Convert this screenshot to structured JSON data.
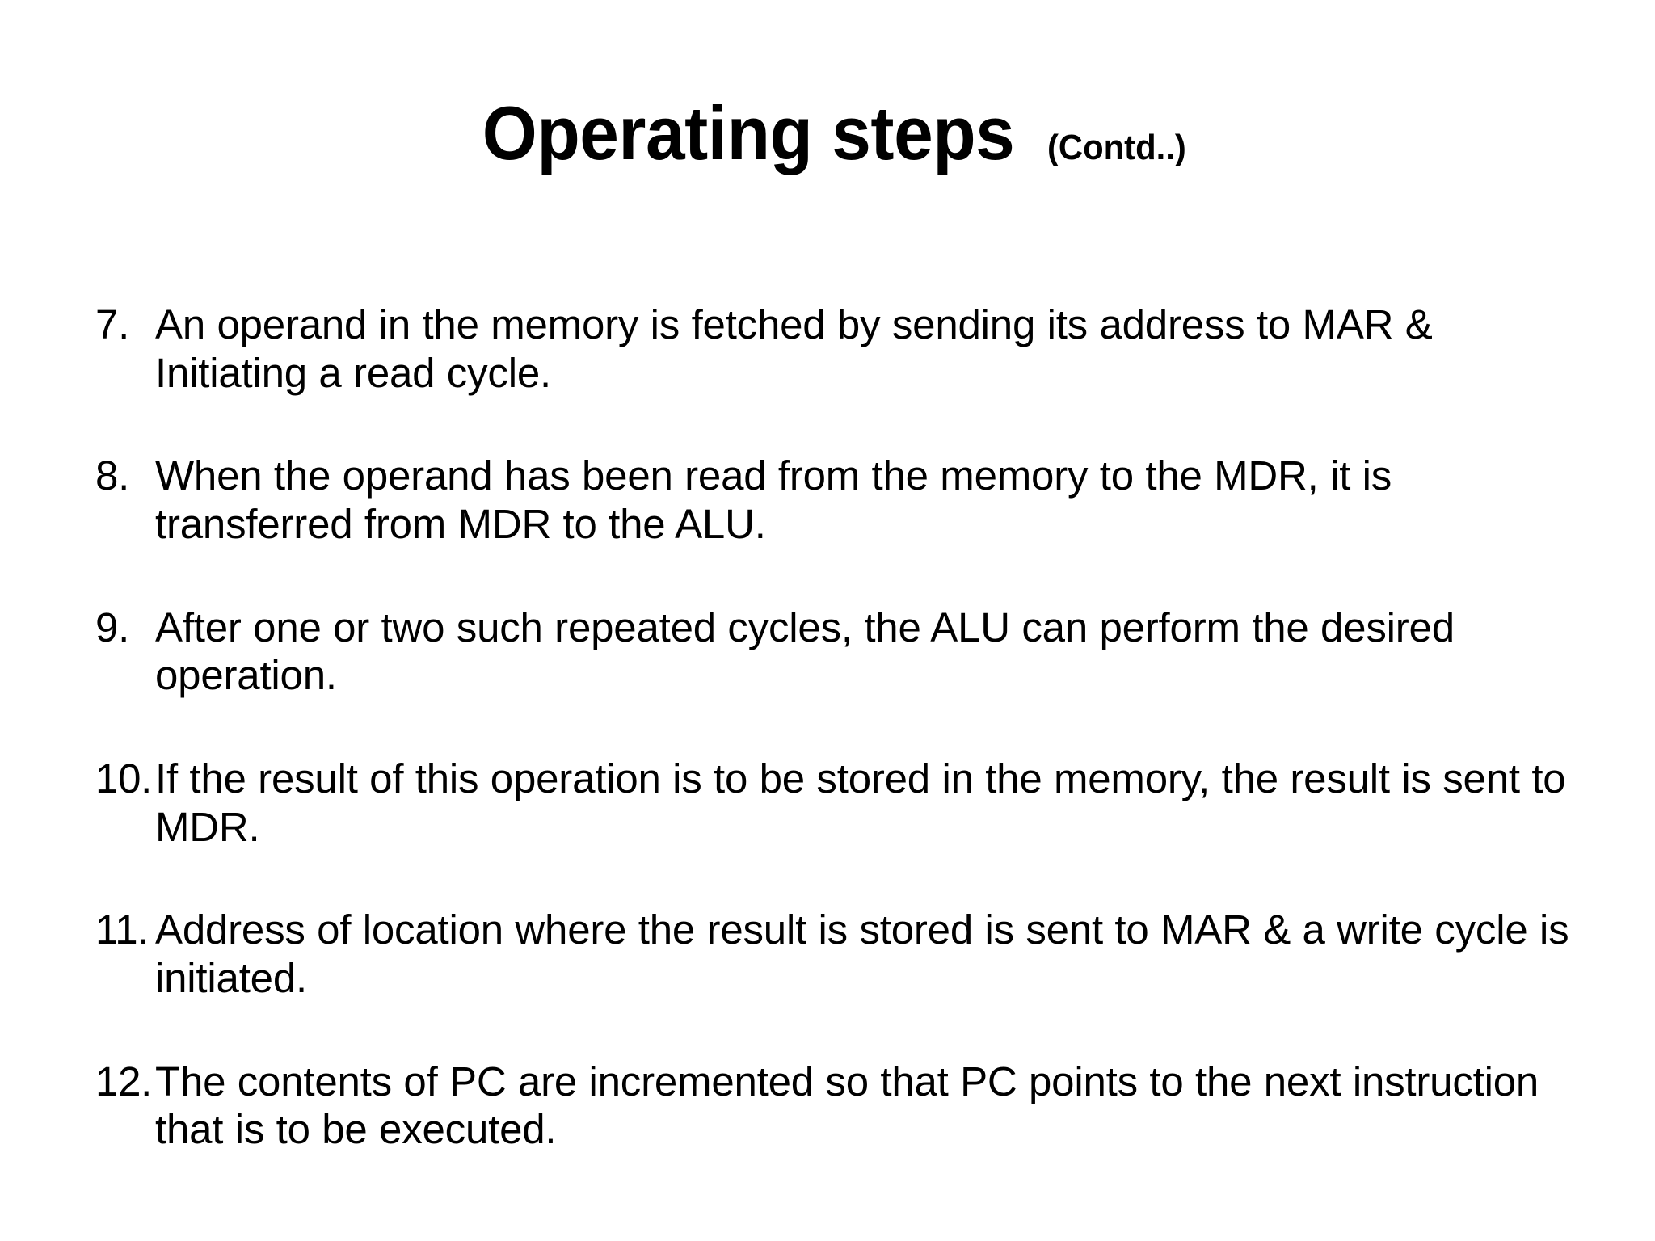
{
  "slide": {
    "background_color": "#ffffff",
    "text_color": "#000000",
    "title": {
      "main": "Operating steps",
      "suffix": "(Contd..)"
    },
    "steps": [
      {
        "number": "7.",
        "text": "An operand in the memory is fetched by sending its address to MAR & Initiating a read cycle."
      },
      {
        "number": "8.",
        "text": "When the operand has been read from the memory to the MDR, it is transferred from MDR to the ALU."
      },
      {
        "number": "9.",
        "text": "After one or two such repeated cycles, the ALU can perform the desired operation."
      },
      {
        "number": "10.",
        "text": "If the result of this operation is to be stored in the memory, the result is sent to MDR."
      },
      {
        "number": "11.",
        "text": "Address of location where the result is stored is sent to MAR & a write cycle is initiated."
      },
      {
        "number": "12.",
        "text": "The contents of PC are incremented so that PC points to the next instruction that is to be executed."
      }
    ]
  }
}
